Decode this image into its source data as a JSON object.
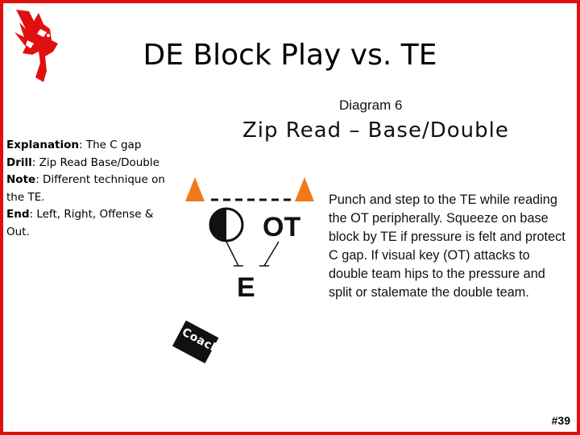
{
  "title": "DE Block Play vs. TE",
  "explanation": {
    "label_explanation": "Explanation",
    "text_explanation": ": The C gap",
    "label_drill": "Drill",
    "text_drill": ": Zip Read Base/Double",
    "label_note": "Note",
    "text_note": ": Different technique on the TE.",
    "label_end": "End",
    "text_end": ": Left, Right, Offense & Out."
  },
  "diagram": {
    "label": "Diagram 6",
    "title": "Zip Read – Base/Double",
    "players": {
      "tackle": "OT",
      "end": "E"
    },
    "coaching_point": "Punch and step to the TE while reading the OT peripherally. Squeeze on base block by TE if pressure is felt and protect C gap. If visual key (OT) attacks to double team hips to the pressure and split or stalemate the double team.",
    "colors": {
      "defender": "#f07a1a",
      "dashes": "#111111"
    }
  },
  "coach_tag": "Coach",
  "page_number": "#39",
  "colors": {
    "border": "#e01010",
    "logo": "#e01010"
  }
}
